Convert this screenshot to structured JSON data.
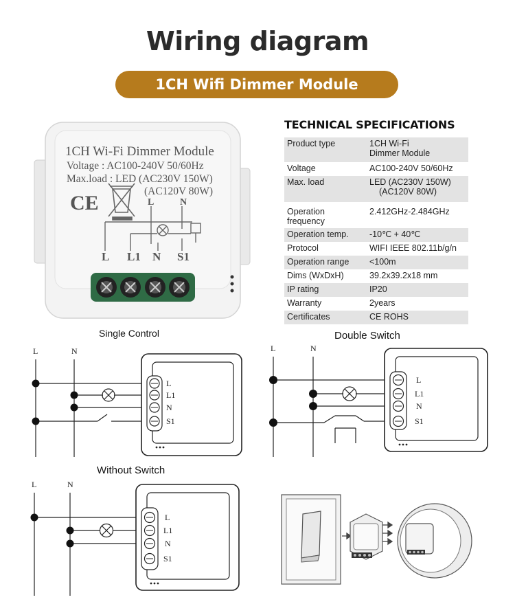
{
  "header": {
    "title": "Wiring diagram",
    "subtitle": "1CH Wifi Dimmer Module"
  },
  "module": {
    "name": "1CH Wi-Fi Dimmer Module",
    "voltage": "Voltage : AC100-240V 50/60Hz",
    "maxload_1": "Max.load : LED (AC230V 150W)",
    "maxload_2": "(AC120V 80W)",
    "ce": "CE",
    "schem_l": "L",
    "schem_n": "N",
    "terminals": [
      "L",
      "L1",
      "N",
      "S1"
    ]
  },
  "specs": {
    "title": "TECHNICAL SPECIFICATIONS",
    "rows": [
      {
        "key": "Product type",
        "value": "1CH Wi-Fi",
        "value2": "Dimmer Module"
      },
      {
        "key": "Voltage",
        "value": "AC100-240V 50/60Hz"
      },
      {
        "key": "Max. load",
        "value": "LED (AC230V 150W)",
        "value2": "(AC120V 80W)"
      },
      {
        "key": "Operation frequency",
        "value": "2.412GHz-2.484GHz"
      },
      {
        "key": "Operation temp.",
        "value": "-10℃ + 40℃"
      },
      {
        "key": "Protocol",
        "value": "WIFI  IEEE 802.11b/g/n"
      },
      {
        "key": "Operation range",
        "value": "<100m"
      },
      {
        "key": "Dims (WxDxH)",
        "value": "39.2x39.2x18 mm"
      },
      {
        "key": "IP rating",
        "value": "IP20"
      },
      {
        "key": "Warranty",
        "value": "2years"
      },
      {
        "key": "Certificates",
        "value": "CE ROHS"
      }
    ]
  },
  "diagrams": {
    "single": "Single Control",
    "double": "Double Switch",
    "without": "Without Switch",
    "line_l": "L",
    "line_n": "N",
    "terminals": [
      "L",
      "L1",
      "N",
      "S1"
    ]
  },
  "colors": {
    "accent": "#b67b1d",
    "terminal_green": "#2f6b45",
    "table_shade": "#e3e3e3"
  }
}
